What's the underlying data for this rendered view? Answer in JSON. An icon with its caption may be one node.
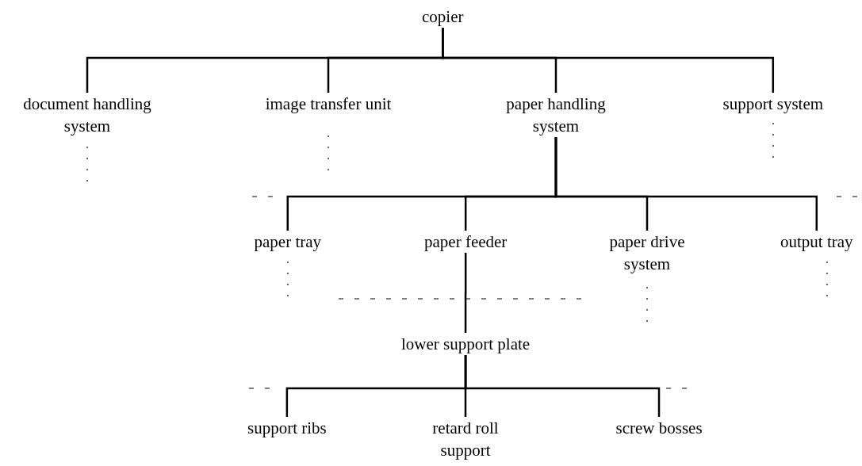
{
  "diagram": {
    "nodes": [
      {
        "text": [
          "copier"
        ]
      },
      {
        "text": [
          "document handling system"
        ]
      },
      {
        "text": [
          "image transfer unit"
        ]
      },
      {
        "text": [
          "paper handling system"
        ]
      },
      {
        "text": [
          "support system"
        ]
      },
      {
        "text": [
          "paper tray"
        ]
      },
      {
        "text": [
          "paper feeder"
        ]
      },
      {
        "text": [
          "paper drive system"
        ]
      },
      {
        "text": [
          "output tray"
        ]
      },
      {
        "text": [
          "lower support plate"
        ]
      },
      {
        "text": [
          "support ribs"
        ]
      },
      {
        "text": [
          "retard roll support"
        ]
      },
      {
        "text": [
          "screw bosses"
        ]
      }
    ],
    "edges": [
      {
        "from": 0,
        "to": 1,
        "arrow": "none"
      },
      {
        "from": 0,
        "to": 2,
        "arrow": "none"
      },
      {
        "from": 0,
        "to": 3,
        "arrow": "none"
      },
      {
        "from": 0,
        "to": 4,
        "arrow": "none"
      },
      {
        "from": 3,
        "to": 5,
        "arrow": "none"
      },
      {
        "from": 3,
        "to": 6,
        "arrow": "none"
      },
      {
        "from": 3,
        "to": 7,
        "arrow": "none"
      },
      {
        "from": 3,
        "to": 8,
        "arrow": "none"
      },
      {
        "from": 6,
        "to": 9,
        "arrow": "none"
      },
      {
        "from": 9,
        "to": 10,
        "arrow": "none"
      },
      {
        "from": 9,
        "to": 11,
        "arrow": "none"
      },
      {
        "from": 9,
        "to": 12,
        "arrow": "none"
      }
    ]
  }
}
